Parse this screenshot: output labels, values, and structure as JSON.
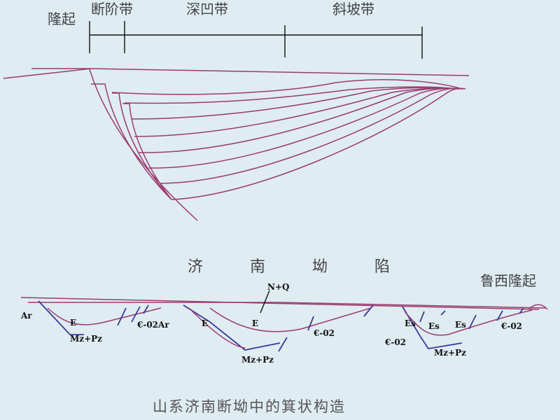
{
  "top_diagram": {
    "zones": {
      "uplift": "隆起",
      "fault_step": "断阶带",
      "deep_sag": "深凹带",
      "slope": "斜坡带"
    }
  },
  "bottom_section": {
    "title": "济 南 坳 陷",
    "uplift_label": "鲁西隆起",
    "labels": {
      "ar_left": "Ar",
      "e_1": "E",
      "mz_pz_1": "Mz+Pz",
      "cam_o2_ar": "€-02Ar",
      "e_2": "E",
      "n_q": "N+Q",
      "e_3": "E",
      "mz_pz_2": "Mz+Pz",
      "cam_o2_1": "€-02",
      "es_1": "Es",
      "es_2": "Es",
      "es_3": "Es",
      "cam_o2_2": "€-02",
      "mz_pz_3": "Mz+Pz",
      "cam_o2_3": "€-02"
    }
  },
  "caption": "山系济南断坳中的箕状构造"
}
